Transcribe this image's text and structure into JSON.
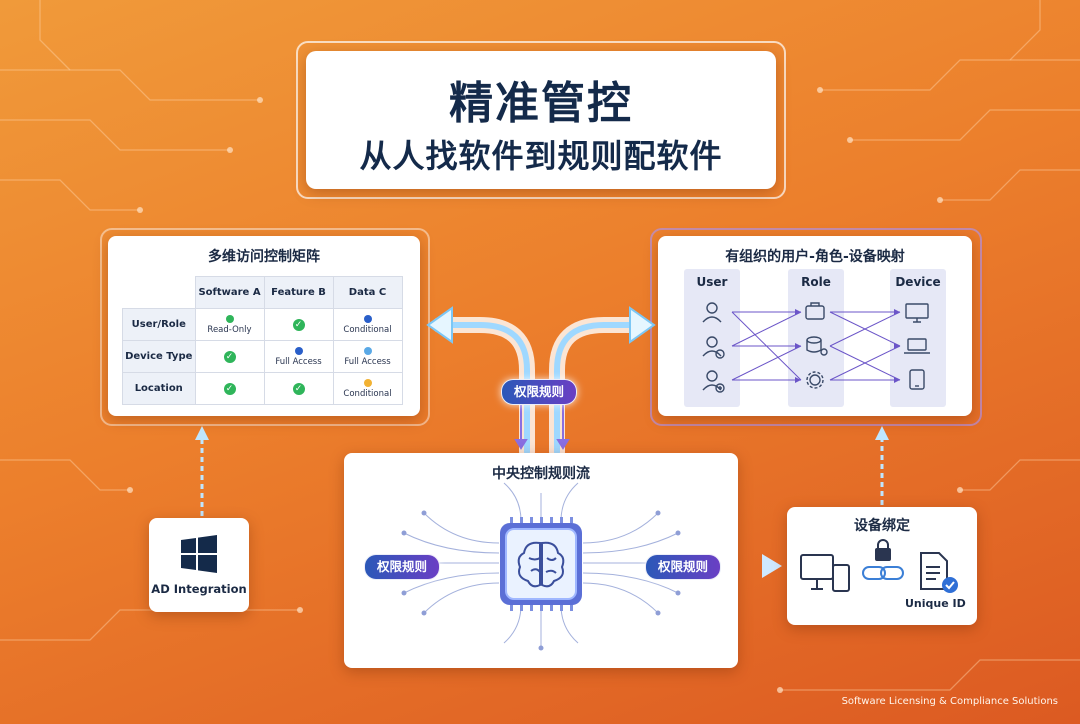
{
  "title": {
    "main": "精准管控",
    "sub": "从人找软件到规则配软件"
  },
  "matrix": {
    "title": "多维访问控制矩阵",
    "columns": [
      "Software A",
      "Feature B",
      "Data C"
    ],
    "rows": [
      {
        "label": "User/Role",
        "cells": [
          {
            "kind": "dot",
            "color": "#2fb55a",
            "text": "Read-Only"
          },
          {
            "kind": "check",
            "text": ""
          },
          {
            "kind": "dot",
            "color": "#2a5fc9",
            "text": "Conditional"
          }
        ]
      },
      {
        "label": "Device Type",
        "cells": [
          {
            "kind": "check",
            "text": ""
          },
          {
            "kind": "dot",
            "color": "#2a5fc9",
            "text": "Full Access"
          },
          {
            "kind": "dot",
            "color": "#5aa9e6",
            "text": "Full Access"
          }
        ]
      },
      {
        "label": "Location",
        "cells": [
          {
            "kind": "check",
            "text": ""
          },
          {
            "kind": "check",
            "text": ""
          },
          {
            "kind": "dot",
            "color": "#f2b233",
            "text": "Conditional"
          }
        ]
      }
    ]
  },
  "mapping": {
    "title": "有组织的用户-角色-设备映射",
    "columns": [
      "User",
      "Role",
      "Device"
    ],
    "icons": {
      "user": [
        "user-icon",
        "user-clock-icon",
        "user-add-icon"
      ],
      "role": [
        "briefcase-icon",
        "database-gear-icon",
        "gear-icon"
      ],
      "device": [
        "monitor-icon",
        "laptop-icon",
        "tablet-icon"
      ]
    }
  },
  "central": {
    "title": "中央控制规则流",
    "chip_icon": "brain-chip-icon"
  },
  "rules": {
    "top": "权限规则",
    "left": "权限规则",
    "right": "权限规则"
  },
  "ad": {
    "label": "AD Integration",
    "icon": "windows-logo-icon"
  },
  "binding": {
    "title": "设备绑定",
    "uid_label": "Unique ID"
  },
  "footer": "Software Licensing & Compliance Solutions",
  "colors": {
    "background": "#ec7f2c",
    "accent_blue": "#2b58b8",
    "accent_purple": "#6a3fc4",
    "text": "#142a4a"
  }
}
